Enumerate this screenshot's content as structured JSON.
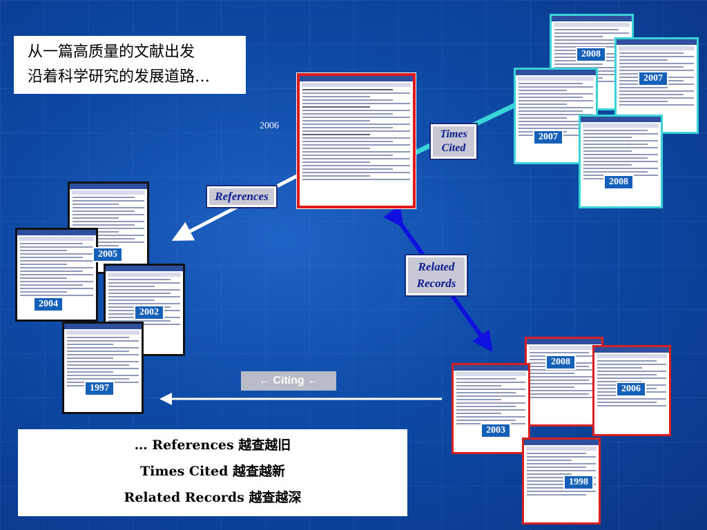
{
  "intro": {
    "line1": "从一篇高质量的文献出发",
    "line2": "沿着科学研究的发展道路…"
  },
  "summary": {
    "line1": "… References 越查越旧",
    "line2": "Times Cited 越查越新",
    "line3": "Related Records 越查越深"
  },
  "center_year": "2006",
  "labels": {
    "references": "References",
    "times_cited": "Times Cited",
    "related_records": "Related Records",
    "citing": "← Citing ←"
  },
  "years": {
    "ref_a": "2005",
    "ref_b": "2004",
    "ref_c": "2002",
    "ref_d": "1997",
    "cited_a": "2008",
    "cited_b": "2007",
    "cited_c": "2007",
    "cited_d": "2008",
    "rel_a": "2008",
    "rel_b": "2006",
    "rel_c": "2003",
    "rel_d": "1998"
  },
  "colors": {
    "background": "#0d4aa6",
    "times_cited_arrow": "#39d4d8",
    "related_arrow": "#1010e0",
    "main_border": "#e01818"
  }
}
